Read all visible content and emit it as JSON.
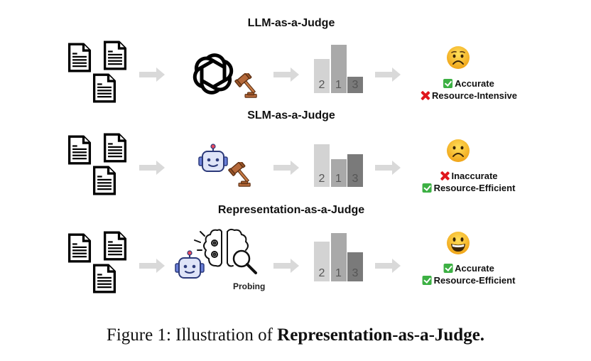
{
  "rows": [
    {
      "title": "LLM-as-a-Judge",
      "judge_icon": "openai-logo-with-gavel",
      "ranking": [
        {
          "label": "2",
          "height": 0.71,
          "color": "#d3d3d3"
        },
        {
          "label": "1",
          "height": 1.0,
          "color": "#a9a9a9"
        },
        {
          "label": "3",
          "height": 0.34,
          "color": "#7a7a7a"
        }
      ],
      "emoji": "worried-face",
      "verdicts": [
        {
          "mark": "check",
          "text": "Accurate"
        },
        {
          "mark": "cross",
          "text": "Resource-Intensive"
        }
      ]
    },
    {
      "title": "SLM-as-a-Judge",
      "judge_icon": "robot-with-gavel",
      "ranking": [
        {
          "label": "2",
          "height": 0.88,
          "color": "#d3d3d3"
        },
        {
          "label": "1",
          "height": 0.58,
          "color": "#a9a9a9"
        },
        {
          "label": "3",
          "height": 0.68,
          "color": "#7a7a7a"
        }
      ],
      "emoji": "frowning-face",
      "verdicts": [
        {
          "mark": "cross",
          "text": "Inaccurate"
        },
        {
          "mark": "check",
          "text": "Resource-Efficient"
        }
      ]
    },
    {
      "title": "Representation-as-a-Judge",
      "judge_icon": "robot-with-brain-probing",
      "probing_label": "Probing",
      "ranking": [
        {
          "label": "2",
          "height": 0.82,
          "color": "#d3d3d3"
        },
        {
          "label": "1",
          "height": 1.0,
          "color": "#a9a9a9"
        },
        {
          "label": "3",
          "height": 0.61,
          "color": "#7a7a7a"
        }
      ],
      "emoji": "grinning-face",
      "verdicts": [
        {
          "mark": "check",
          "text": "Accurate"
        },
        {
          "mark": "check",
          "text": "Resource-Efficient"
        }
      ]
    }
  ],
  "caption": {
    "prefix": "Figure 1: Illustration of ",
    "bold": "Representation-as-a-Judge."
  },
  "colors": {
    "arrow": "#d9d9d9",
    "check": "#3cb043",
    "cross": "#e0161c",
    "gavel": "#b5693a",
    "robot": "#4a63c8"
  }
}
